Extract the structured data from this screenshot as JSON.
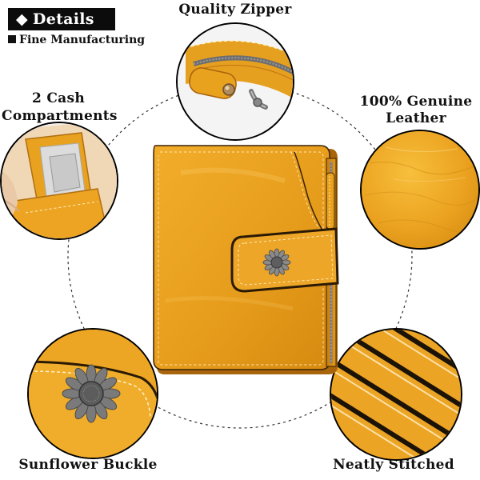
{
  "header": {
    "details_label": "Details",
    "details_marker": "◆",
    "subtitle": "Fine Manufacturing"
  },
  "features": {
    "zipper": {
      "label": "Quality Zipper"
    },
    "cash": {
      "label_line1": "2 Cash",
      "label_line2": "Compartments"
    },
    "leather": {
      "label_line1": "100% Genuine",
      "label_line2": "Leather"
    },
    "buckle": {
      "label": "Sunflower Buckle"
    },
    "stitch": {
      "label": "Neatly Stitched"
    }
  },
  "colors": {
    "leather": "#e9a21e",
    "leather_dark": "#c47a12",
    "leather_light": "#f5bd44",
    "metal": "#8c8c8c",
    "ink": "#111111"
  }
}
